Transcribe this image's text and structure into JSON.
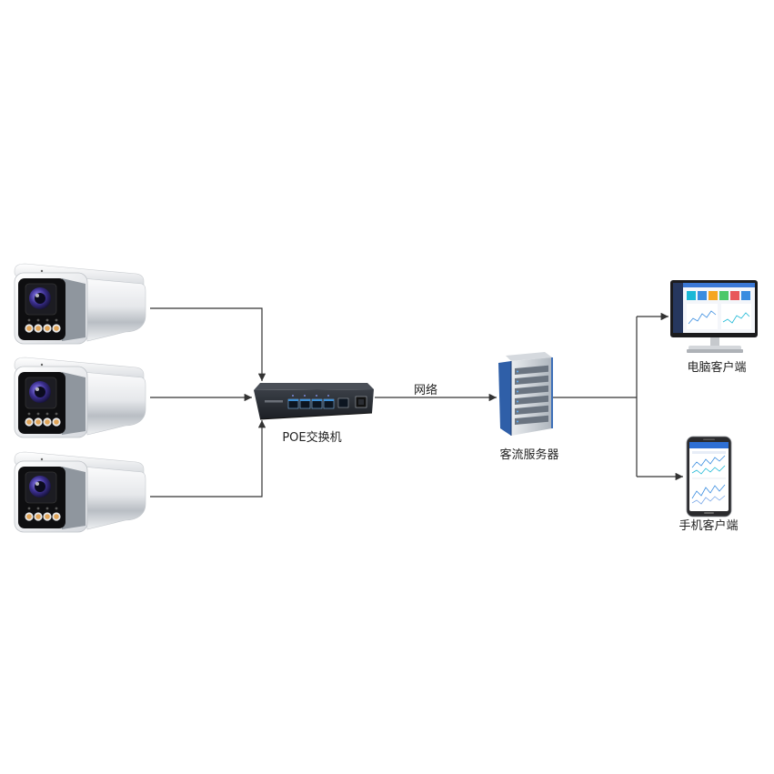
{
  "cameras": {
    "icon": "bullet-camera-icon"
  },
  "switch": {
    "label": "POE交换机",
    "icon": "poe-switch-icon"
  },
  "link": {
    "label": "网络"
  },
  "server": {
    "label": "客流服务器",
    "icon": "server-icon"
  },
  "pc_client": {
    "label": "电脑客户端",
    "icon": "desktop-monitor-icon"
  },
  "mobile_client": {
    "label": "手机客户端",
    "icon": "smartphone-icon"
  },
  "colors": {
    "background": "#ffffff",
    "line": "#333333",
    "label": "#222222",
    "port_light": "#3b8fd6",
    "server_accent": "#2f5fa8",
    "led_amber": "#e0a458"
  }
}
